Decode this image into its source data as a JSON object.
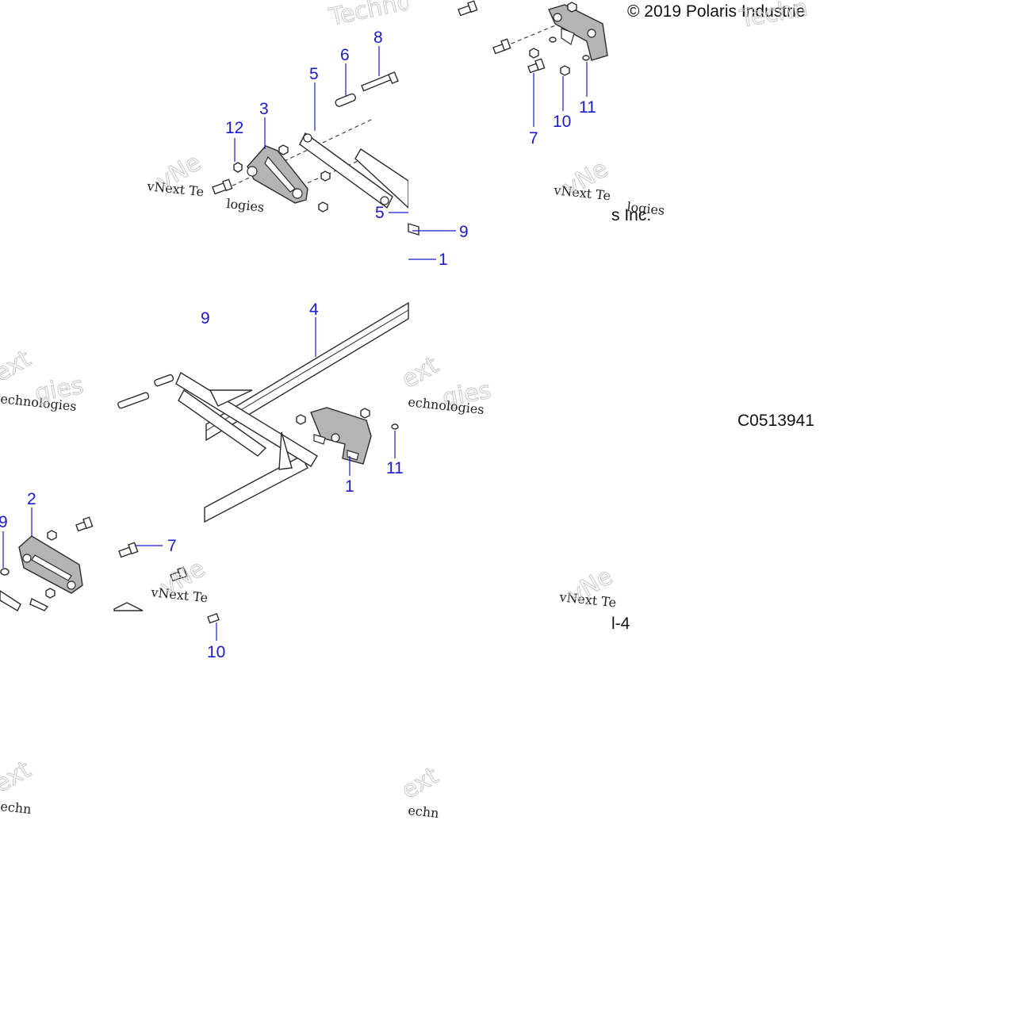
{
  "diagram": {
    "copyright": "© 2019 Polaris Industrie",
    "copyright_fragment": "s Inc.",
    "drawing_code": "C0513941",
    "page_fragment": "l-4",
    "callouts": [
      "12",
      "3",
      "5",
      "6",
      "8",
      "5",
      "9",
      "1",
      "7",
      "10",
      "11",
      "4",
      "9",
      "1",
      "11",
      "2",
      "9",
      "7",
      "10"
    ],
    "watermarks": {
      "brand": "vNext Technologies",
      "brand_short": "vNext",
      "tech_word": "Technologies",
      "tech_fragment": "Techno",
      "tech_fragment_2": "echnologies",
      "tech_fragment_3": "Techn",
      "tech_fragment_4": "echn",
      "ext_fragment": "ext",
      "logies_fragment": "logies",
      "gies_fragment": "gies",
      "vne_fragment": "vNe",
      "te_fragment": "vNext Te"
    }
  }
}
